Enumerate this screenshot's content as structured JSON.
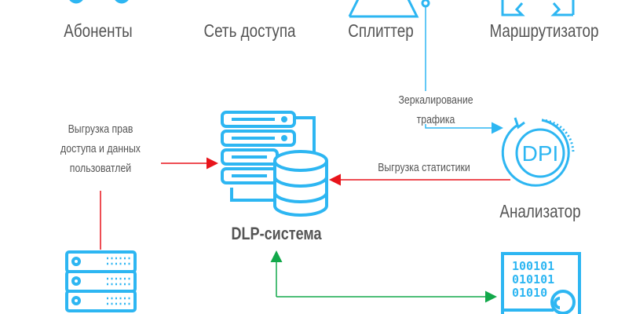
{
  "colors": {
    "icon": "#2db6f2",
    "text": "#555555",
    "red": "#e8141b",
    "green": "#12a84a",
    "blue_line": "#2db6f2"
  },
  "nodes": {
    "subscribers": "Абоненты",
    "access_network": "Сеть доступа",
    "splitter": "Сплиттер",
    "router": "Маршрутизатор",
    "analyzer": "Анализатор",
    "dlp": "DLP-система"
  },
  "dpi_text": "DPI",
  "edges": {
    "mirroring_1": "Зеркалирование",
    "mirroring_2": "трафика",
    "stats": "Выгрузка статистики",
    "rights_1": "Выгрузка прав",
    "rights_2": "доступа и данных",
    "rights_3": "пользоватлей"
  },
  "binary": [
    "100101",
    "010101",
    "01010"
  ]
}
